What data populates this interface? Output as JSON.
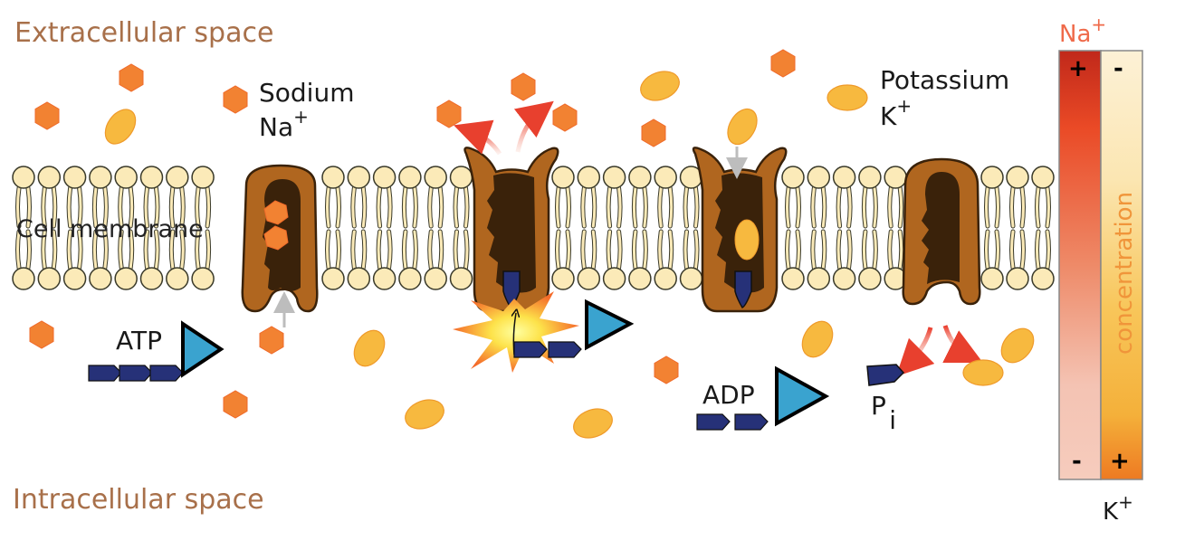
{
  "title": "Sodium-potassium pump",
  "regions": {
    "extracellular": "Extracellular space",
    "intracellular": "Intracellular space",
    "membrane": "Cell membrane"
  },
  "ions": {
    "sodium": {
      "name": "Sodium",
      "symbol": "Na",
      "charge": "+",
      "color": "#f28232"
    },
    "potassium": {
      "name": "Potassium",
      "symbol": "K",
      "charge": "+",
      "color": "#f7b93f"
    }
  },
  "molecules": {
    "atp": "ATP",
    "adp": "ADP",
    "phosphate": "P",
    "phosphate_sub": "i"
  },
  "concentration_gradient": {
    "label": "concentration",
    "na": {
      "symbol": "Na",
      "charge": "+",
      "top_sign": "+",
      "bottom_sign": "-",
      "high_color": "#c9321e",
      "low_color": "#f6cbbb"
    },
    "k": {
      "symbol": "K",
      "charge": "+",
      "top_sign": "-",
      "bottom_sign": "+",
      "high_color": "#ef8a22",
      "low_color": "#fdf0d2"
    }
  },
  "colors": {
    "protein_outer": "#b0661f",
    "protein_inner": "#3a220a",
    "phospholipid_head": "#fbeab8",
    "phosphate_group": "#263178",
    "atp_base": "#3aa3cf",
    "region_text": "#a8704a"
  },
  "pump_stages": [
    "Na+ bound, ATP approaching",
    "ATP hydrolysis, Na+ released outside",
    "K+ binding from outside",
    "K+ released inside, Pi released"
  ]
}
